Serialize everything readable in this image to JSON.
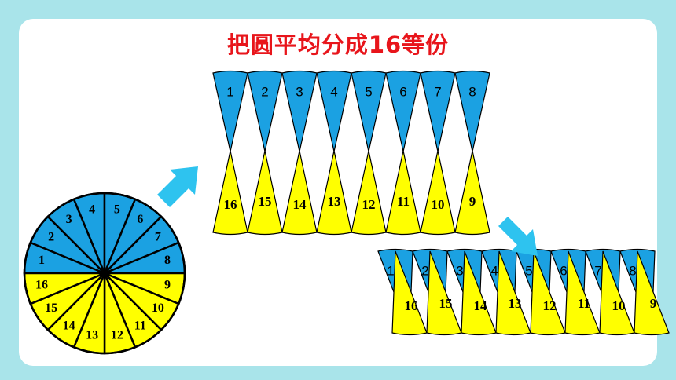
{
  "title": "把圆平均分成16等份",
  "colors": {
    "blue": "#1ba1e2",
    "yellow": "#ffff00",
    "arrow": "#2ec3ef",
    "title": "#e8151b",
    "frame": "#a9e4ea"
  },
  "circle": {
    "top_labels": [
      "1",
      "2",
      "3",
      "4",
      "5",
      "6",
      "7",
      "8"
    ],
    "bottom_labels": [
      "9",
      "10",
      "11",
      "12",
      "13",
      "14",
      "15",
      "16"
    ]
  },
  "sectors_rows": {
    "top_labels": [
      "1",
      "2",
      "3",
      "4",
      "5",
      "6",
      "7",
      "8"
    ],
    "bottom_labels": [
      "16",
      "15",
      "14",
      "13",
      "12",
      "11",
      "10",
      "9"
    ]
  },
  "interleaved": {
    "top_labels": [
      "1",
      "2",
      "3",
      "4",
      "5",
      "6",
      "7",
      "8"
    ],
    "bottom_labels": [
      "16",
      "15",
      "14",
      "13",
      "12",
      "11",
      "10",
      "9"
    ]
  },
  "icons": [
    "arrow-right-up-icon",
    "arrow-right-down-icon"
  ]
}
